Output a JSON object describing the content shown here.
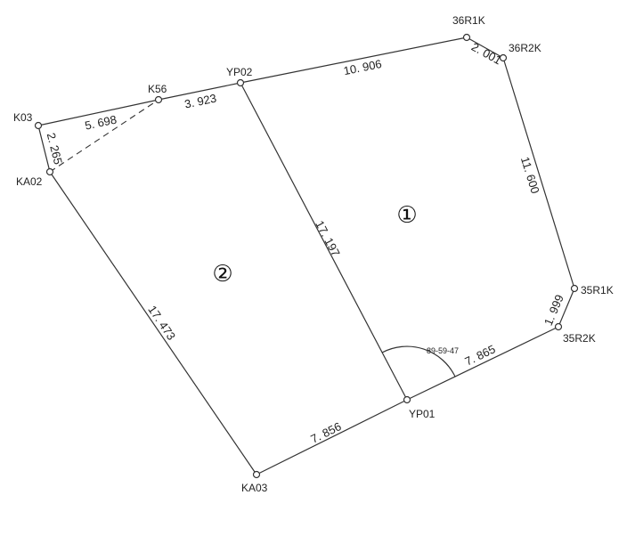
{
  "points": {
    "p36R1K": "36R1K",
    "p36R2K": "36R2K",
    "p35R1K": "35R1K",
    "p35R2K": "35R2K",
    "YP01": "YP01",
    "KA03": "KA03",
    "KA02": "KA02",
    "K03": "K03",
    "K56": "K56",
    "YP02": "YP02"
  },
  "distances": {
    "K03_K56": "5. 698",
    "K56_YP02": "3. 923",
    "YP02_36R1K": "10. 906",
    "36R1K_36R2K": "2. 001",
    "36R2K_35R1K": "11. 600",
    "35R1K_35R2K": "1. 999",
    "35R2K_YP01": "7. 865",
    "YP01_KA03": "7. 856",
    "KA02_KA03": "17. 473",
    "YP02_YP01": "17. 197",
    "K03_KA02": "2. 265"
  },
  "angle_label": "89-59-47",
  "parcels": {
    "one": "①",
    "two": "②"
  }
}
